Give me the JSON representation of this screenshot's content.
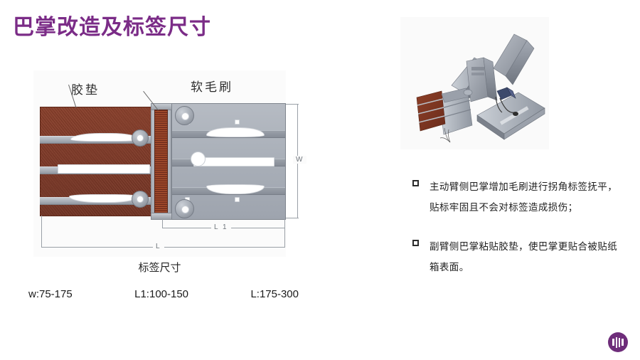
{
  "slide": {
    "title": "巴掌改造及标签尺寸",
    "title_color": "#7B2C87"
  },
  "drawing": {
    "label_pad": "胶垫",
    "label_brush": "软毛刷",
    "dim_w": "W",
    "dim_l1": "L 1",
    "dim_l": "L",
    "caption": "标签尺寸"
  },
  "measurements": [
    {
      "label": "w:75-175"
    },
    {
      "label": "L1:100-150"
    },
    {
      "label": "L:175-300"
    }
  ],
  "render": {
    "alt": "robotic-labeling-arm-3d-render"
  },
  "bullets": [
    {
      "text": "主动臂侧巴掌增加毛刷进行拐角标签抚平，贴标牢固且不会对标签造成损伤；"
    },
    {
      "text": "副臂侧巴掌粘贴胶垫，使巴掌更贴合被贴纸箱表面。"
    }
  ],
  "logo": {
    "name": "barcode-logo",
    "color": "#6E2D7A"
  }
}
